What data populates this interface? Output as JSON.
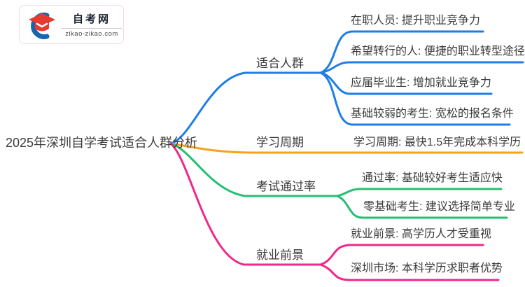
{
  "logo": {
    "name": "自考网",
    "domain": "zikao-zikao.com"
  },
  "title": "2025年深圳自学考试适合人群分析",
  "colors": {
    "blue": "#1E7DE8",
    "orange": "#F5A31B",
    "green": "#23BF72",
    "pink": "#F1278C",
    "text": "#3A3A3A",
    "logo_blue": "#1566B0",
    "logo_red": "#E63A30"
  },
  "branches": [
    {
      "label": "适合人群",
      "color": "#1E7DE8",
      "children": [
        "在职人员: 提升职业竞争力",
        "希望转行的人: 便捷的职业转型途径",
        "应届毕业生: 增加就业竞争力",
        "基础较弱的考生: 宽松的报名条件"
      ]
    },
    {
      "label": "学习周期",
      "color": "#F5A31B",
      "children": [
        "学习周期: 最快1.5年完成本科学历"
      ]
    },
    {
      "label": "考试通过率",
      "color": "#23BF72",
      "children": [
        "通过率: 基础较好考生适应快",
        "零基础考生: 建议选择简单专业"
      ]
    },
    {
      "label": "就业前景",
      "color": "#F1278C",
      "children": [
        "就业前景: 高学历人才受重视",
        "深圳市场: 本科学历求职者优势"
      ]
    }
  ]
}
